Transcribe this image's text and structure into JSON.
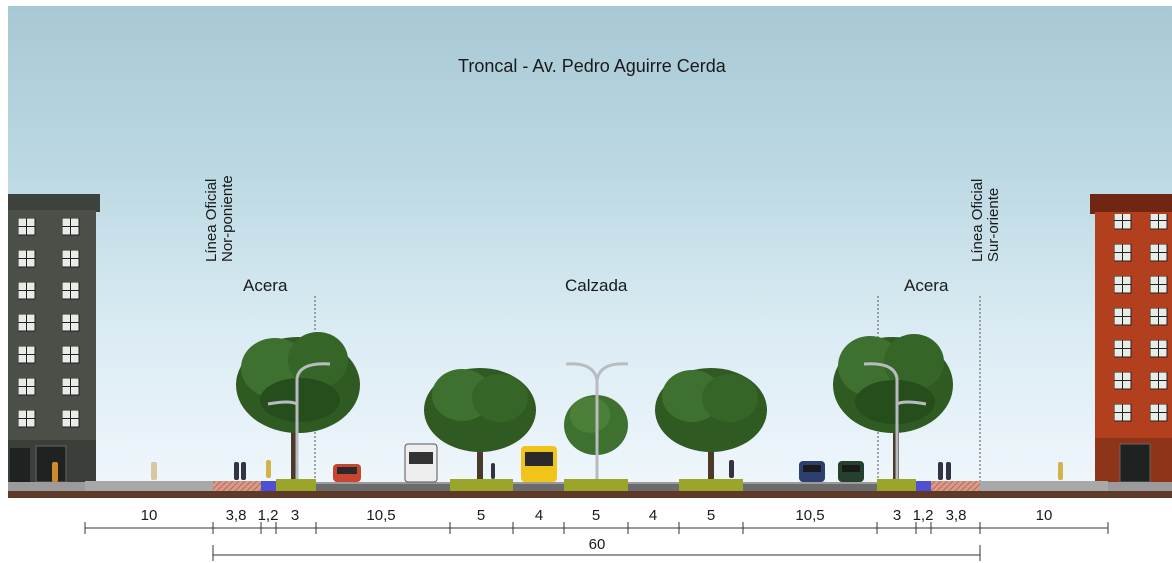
{
  "title": "Troncal - Av. Pedro Aguirre Cerda",
  "sections": {
    "left_sidewalk": "Acera",
    "roadway": "Calzada",
    "right_sidewalk": "Acera"
  },
  "official_lines": {
    "left": [
      "Línea Oficial",
      "Nor-poniente"
    ],
    "right": [
      "Línea Oficial",
      "Sur-oriente"
    ]
  },
  "dimensions": [
    "10",
    "3,8",
    "1,2",
    "3",
    "10,5",
    "5",
    "4",
    "5",
    "4",
    "5",
    "10,5",
    "3",
    "1,2",
    "3,8",
    "10"
  ],
  "total_width": "60",
  "colors": {
    "left_building": "#4a4f48",
    "right_building": "#b2401e",
    "median_green": "#9aa52a",
    "bikeway_blue": "#4f4fd6",
    "bus_yellow": "#f0c419"
  }
}
